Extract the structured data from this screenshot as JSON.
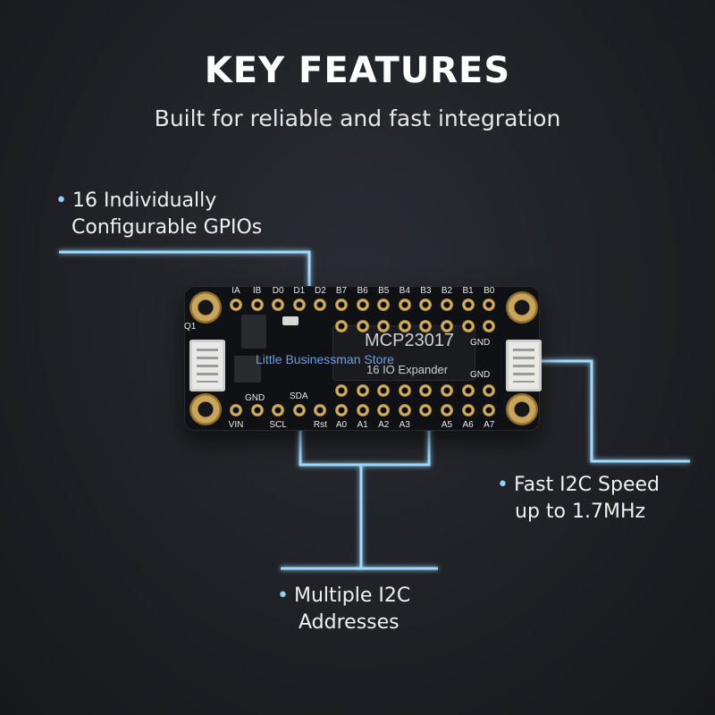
{
  "header": {
    "title": "KEY FEATURES",
    "subtitle": "Built for reliable and fast integration"
  },
  "features": [
    {
      "line1": "16 Individually",
      "line2": "Configurable GPIOs"
    },
    {
      "line1": "Fast I2C Speed",
      "line2": "up to 1.7MHz"
    },
    {
      "line1": "Multiple I2C",
      "line2": "Addresses"
    }
  ],
  "board": {
    "chip_name": "MCP23017",
    "chip_desc": "16 IO Expander",
    "watermark": "Little Businessman Store",
    "top_pins": [
      "IA",
      "IB",
      "D0",
      "D1",
      "D2",
      "B7",
      "B6",
      "B5",
      "B4",
      "B3",
      "B2",
      "B1",
      "B0"
    ],
    "bottom_pins": [
      "VIN",
      "",
      "SCL",
      "",
      "Rst",
      "A0",
      "A1",
      "A2",
      "A3",
      "",
      "A5",
      "A6",
      "A7"
    ],
    "labels": {
      "gnd_left": "GND",
      "sda": "SDA",
      "gnd_right_top": "GND",
      "gnd_right_bottom": "GND",
      "q1": "Q1"
    }
  },
  "colors": {
    "accent_line": "#8fd4ff",
    "background": "#1f2126"
  }
}
